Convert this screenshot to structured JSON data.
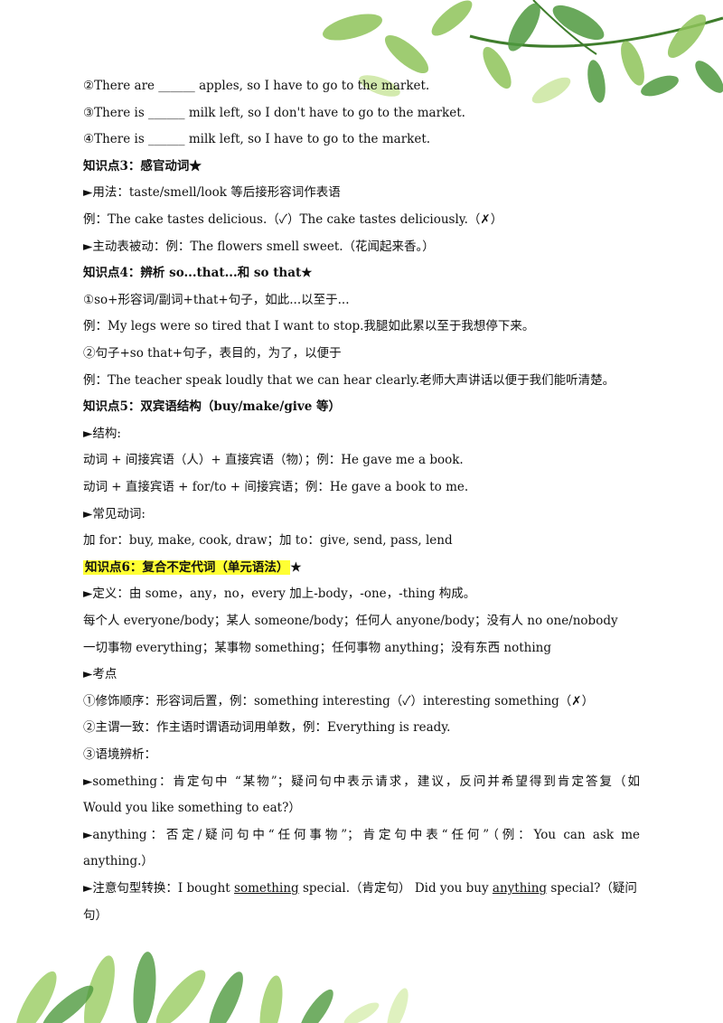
{
  "lines": [
    "②There are ______ apples, so I have to go to the market.",
    "③There is ______ milk left, so I don't have to go to the market.",
    "④There is ______ milk left, so I have to go to the market.",
    "知识点3：感官动词★",
    "►用法：taste/smell/look 等后接形容词作表语",
    "例：The cake tastes delicious.（✓）The cake tastes deliciously.（✗）",
    "►主动表被动：例：The flowers smell sweet.（花闻起来香。）",
    "知识点4：辨析 so...that...和 so that★",
    "①so+形容词/副词+that+句子，如此...以至于...",
    "例：My legs were so tired that I want to stop.我腿如此累以至于我想停下来。",
    "②句子+so that+句子，表目的，为了，以便于",
    "例：The teacher speak loudly that we can hear clearly.老师大声讲话以便于我们能听清楚。",
    "知识点5：双宾语结构（buy/make/give 等）",
    "►结构:",
    "动词 + 间接宾语（人）+ 直接宾语（物）；例：He gave me a book.",
    "动词 + 直接宾语 + for/to + 间接宾语；例：He gave a book to me.",
    "►常见动词:",
    "加 for：buy, make, cook, draw；加 to：give, send, pass, lend",
    "知识点6：复合不定代词（单元语法）",
    "★",
    "►定义：由 some，any，no，every 加上-body，-one，-thing 构成。",
    "每个人 everyone/body；某人 someone/body；任何人 anyone/body；没有人 no one/nobody",
    "一切事物 everything；某事物 something；任何事物 anything；没有东西 nothing",
    "►考点",
    "①修饰顺序：形容词后置，例：something interesting（✓）interesting something（✗）",
    "②主谓一致：作主语时谓语动词用单数，例：Everything is ready.",
    "③语境辨析：",
    "►something：肯定句中 “某物”；疑问句中表示请求，建议，反问并希望得到肯定答复（如",
    "Would you like something to eat?）",
    "►anything：否定/疑问句中“任何事物”；肯定句中表“任何”（例：You can ask me",
    "anything.）"
  ],
  "last": {
    "p1": "►注意句型转换：I bought ",
    "u1": "something",
    "p2": " special.（肯定句） Did you buy ",
    "u2": "anything",
    "p3": " special?（疑问",
    "p4": "句）"
  },
  "colors": {
    "highlight": "#ffff33",
    "leaf_light": "#9fcf6a",
    "leaf_dark": "#3f8f3a"
  }
}
